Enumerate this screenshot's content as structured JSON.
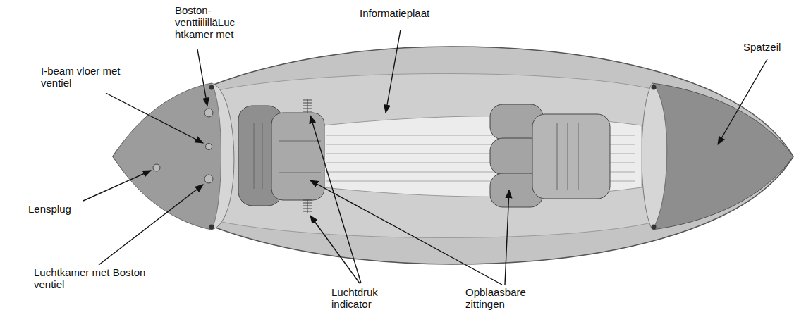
{
  "diagram": {
    "labels": [
      "Boston- venttiililläLuc htkamer met",
      "Informatieplaat",
      "I-beam vloer met ventiel",
      "Spatzeil",
      "Lensplug",
      "Luchtkamer met Boston ventiel",
      "Luchtdruk indicator",
      "Opblaasbare zittingen"
    ]
  }
}
